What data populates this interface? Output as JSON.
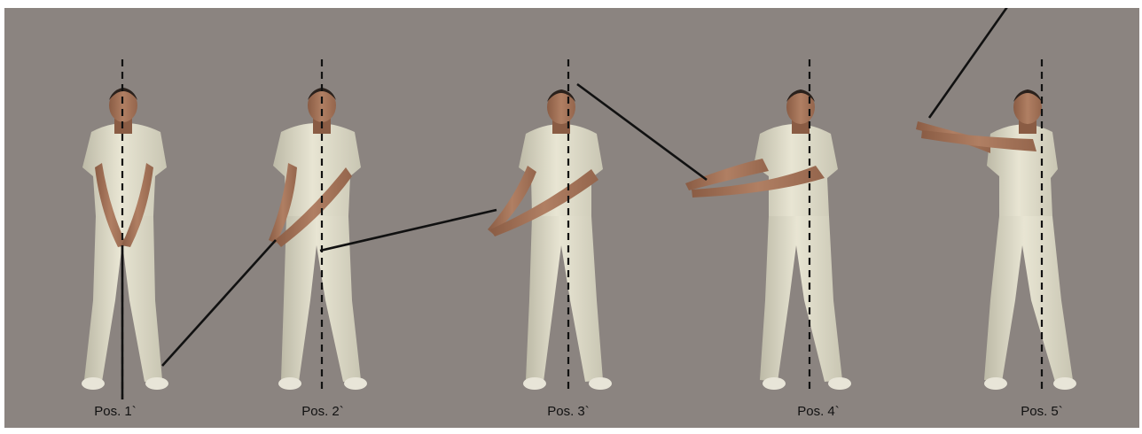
{
  "image": {
    "background_color": "#8b8480",
    "figure_colors": {
      "skin": "#a8765c",
      "hair": "#2a211c",
      "clothing": "#e2dfcc",
      "shoes": "#e8e5d8"
    }
  },
  "positions": [
    {
      "label": "Pos. 1`"
    },
    {
      "label": "Pos. 2`"
    },
    {
      "label": "Pos. 3`"
    },
    {
      "label": "Pos. 4`"
    },
    {
      "label": "Pos. 5`"
    }
  ]
}
